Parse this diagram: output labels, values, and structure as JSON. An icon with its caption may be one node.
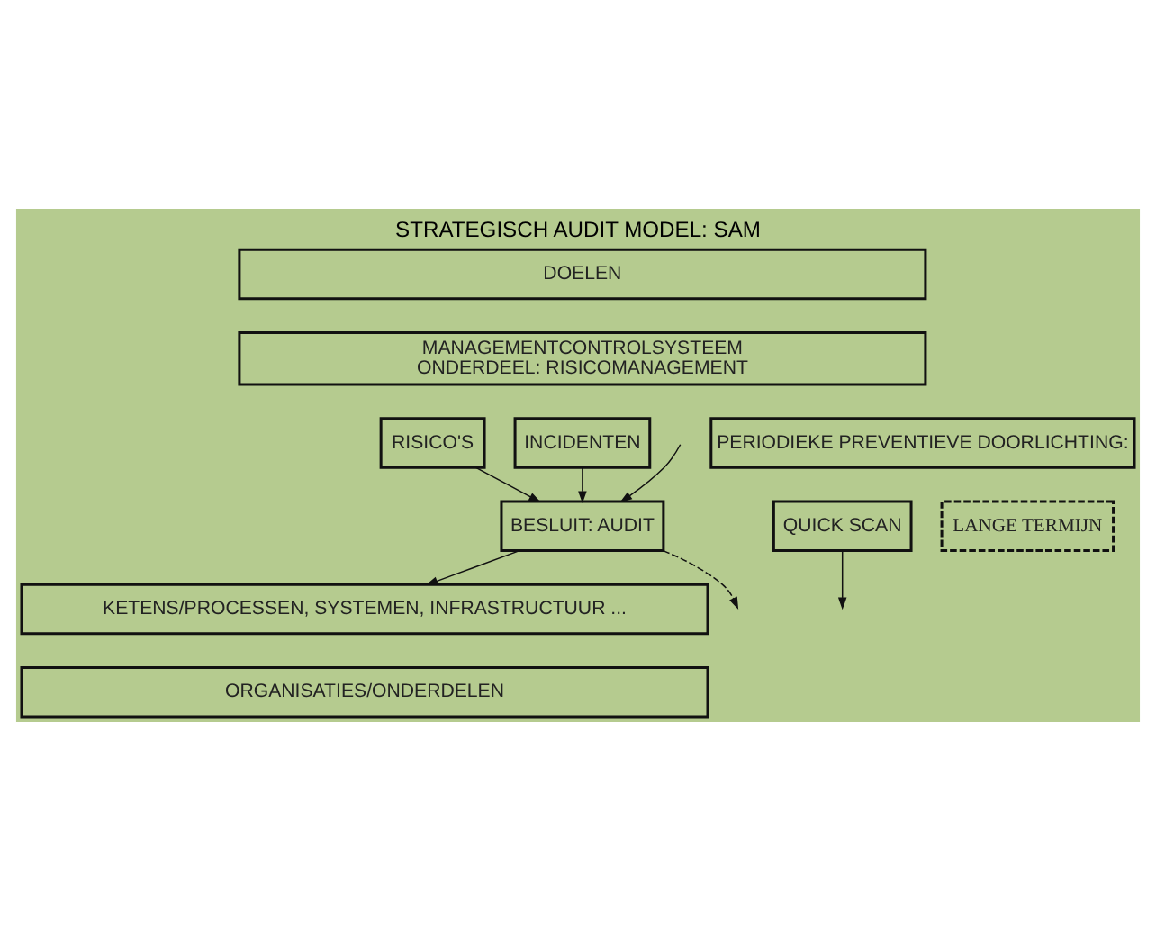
{
  "diagram": {
    "title": "STRATEGISCH AUDIT MODEL: SAM",
    "nodes": [
      {
        "text": [
          "DOELEN"
        ]
      },
      {
        "text": [
          "MANAGEMENTCONTROLSYSTEEM",
          "ONDERDEEL: RISICOMANAGEMENT"
        ]
      },
      {
        "text": [
          "RISICO'S"
        ]
      },
      {
        "text": [
          "INCIDENTEN"
        ]
      },
      {
        "text": [
          "PERIODIEKE PREVENTIEVE DOORLICHTING:"
        ]
      },
      {
        "text": [
          "QUICK SCAN"
        ]
      },
      {
        "text": [
          "LANGE TERMIJN"
        ]
      },
      {
        "text": [
          "BESLUIT: AUDIT"
        ]
      },
      {
        "text": [
          "KETENS/PROCESSEN, SYSTEMEN, INFRASTRUCTUUR ..."
        ]
      },
      {
        "text": [
          "ORGANISATIES/ONDERDELEN"
        ]
      }
    ],
    "edges": [
      {
        "from": 2,
        "to": 7,
        "arrow": "to"
      },
      {
        "from": 3,
        "to": 7,
        "arrow": "to"
      },
      {
        "from": 7,
        "to": 8,
        "arrow": "to"
      },
      {
        "from": 7,
        "to": null,
        "arrow": "to",
        "style": "dashed"
      },
      {
        "from": null,
        "to": 7,
        "arrow": "to"
      },
      {
        "from": 5,
        "to": null,
        "arrow": "to"
      }
    ]
  }
}
